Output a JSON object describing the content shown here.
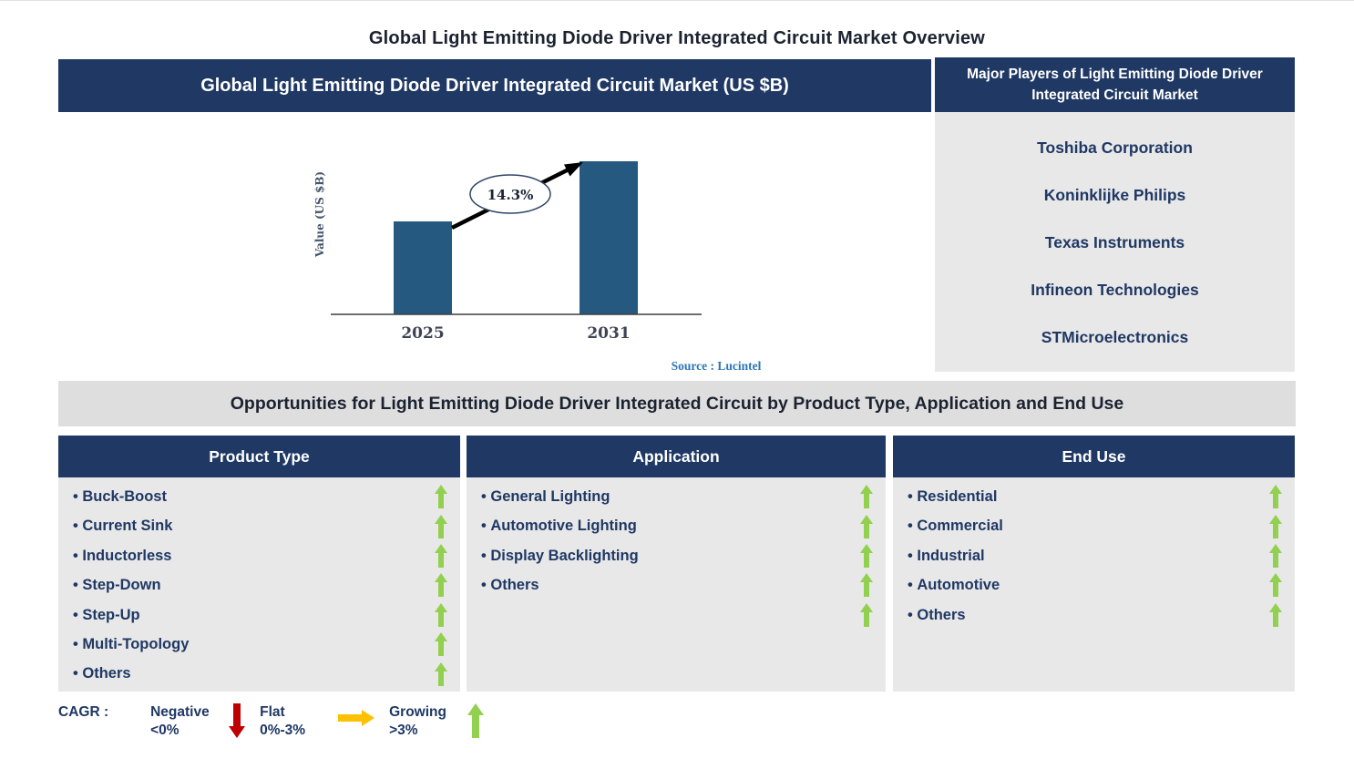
{
  "page": {
    "title": "Global Light Emitting Diode Driver Integrated Circuit Market Overview"
  },
  "chart": {
    "header": "Global Light Emitting Diode Driver Integrated Circuit Market (US $B)",
    "source": "Source : Lucintel"
  },
  "chart_data": {
    "type": "bar",
    "title": "Global Light Emitting Diode Driver Integrated Circuit Market (US $B)",
    "categories": [
      "2025",
      "2031"
    ],
    "values_normalized": [
      0.607,
      1.0
    ],
    "ylabel": "Value (US $B)",
    "xlabel": "",
    "cagr_label": "14.3%",
    "bar_color": "#26597F",
    "annotation": "Growth arrow from 2025 bar to 2031 bar labeled 14.3%",
    "legend_position": "none",
    "grid": false
  },
  "players": {
    "header": "Major Players of Light Emitting Diode Driver Integrated Circuit Market",
    "companies": [
      "Toshiba Corporation",
      "Koninklijke Philips",
      "Texas Instruments",
      "Infineon Technologies",
      "STMicroelectronics"
    ]
  },
  "opportunities": {
    "title": "Opportunities for Light Emitting Diode Driver Integrated Circuit by Product Type, Application and End Use"
  },
  "columns": [
    {
      "header": "Product Type",
      "items": [
        "Buck-Boost",
        "Current Sink",
        "Inductorless",
        "Step-Down",
        "Step-Up",
        "Multi-Topology",
        "Others"
      ],
      "arrow_count": 7,
      "trend": "growing"
    },
    {
      "header": "Application",
      "items": [
        "General Lighting",
        "Automotive Lighting",
        "Display Backlighting",
        "Others"
      ],
      "arrow_count": 5,
      "trend": "growing"
    },
    {
      "header": "End Use",
      "items": [
        "Residential",
        "Commercial",
        "Industrial",
        "Automotive",
        "Others"
      ],
      "arrow_count": 5,
      "trend": "growing"
    }
  ],
  "legend": {
    "label": "CAGR :",
    "entries": [
      {
        "name": "Negative",
        "range": "<0%",
        "direction": "down",
        "color": "#C00000"
      },
      {
        "name": "Flat",
        "range": "0%-3%",
        "direction": "right",
        "color": "#FFC000"
      },
      {
        "name": "Growing",
        "range": ">3%",
        "direction": "up",
        "color": "#92D050"
      }
    ]
  },
  "colors": {
    "navy": "#1F3864",
    "bar_blue": "#26597F",
    "panel_gray": "#E8E8E8",
    "growing_green": "#92D050",
    "negative_red": "#C00000",
    "flat_orange": "#FFC000",
    "source_blue": "#2E75B6"
  }
}
